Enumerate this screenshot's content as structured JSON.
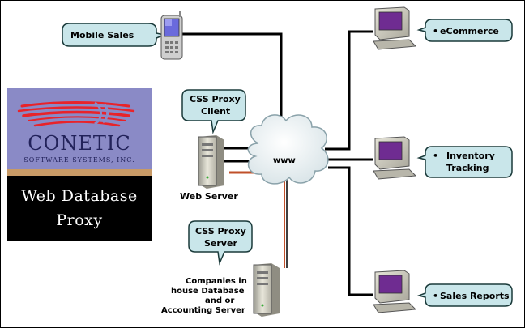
{
  "nodes": {
    "mobile_sales": "Mobile Sales",
    "css_proxy_client": [
      "CSS Proxy",
      "Client"
    ],
    "www": "www",
    "web_server": "Web Server",
    "css_proxy_server": [
      "CSS Proxy",
      "Server"
    ],
    "db_server": [
      "Companies in",
      "house Database",
      "and or",
      "Accounting Server"
    ],
    "ecommerce": "eCommerce",
    "inventory": [
      "Inventory",
      "Tracking"
    ],
    "sales_reports": "Sales Reports"
  },
  "logo": {
    "brand": "CONETIC",
    "sub": "SOFTWARE SYSTEMS, INC.",
    "product_line1": "Web Database",
    "product_line2": "Proxy"
  },
  "colors": {
    "callout_fill": "#c9e6ea",
    "callout_stroke": "#1a3a3a",
    "network_line": "#000000",
    "proxy_link": "#c0502a",
    "monitor_screen": "#6f2c91",
    "logo_top": "#8a8ac6",
    "logo_band": "#c89a66",
    "logo_swoosh": "#e8232a"
  }
}
